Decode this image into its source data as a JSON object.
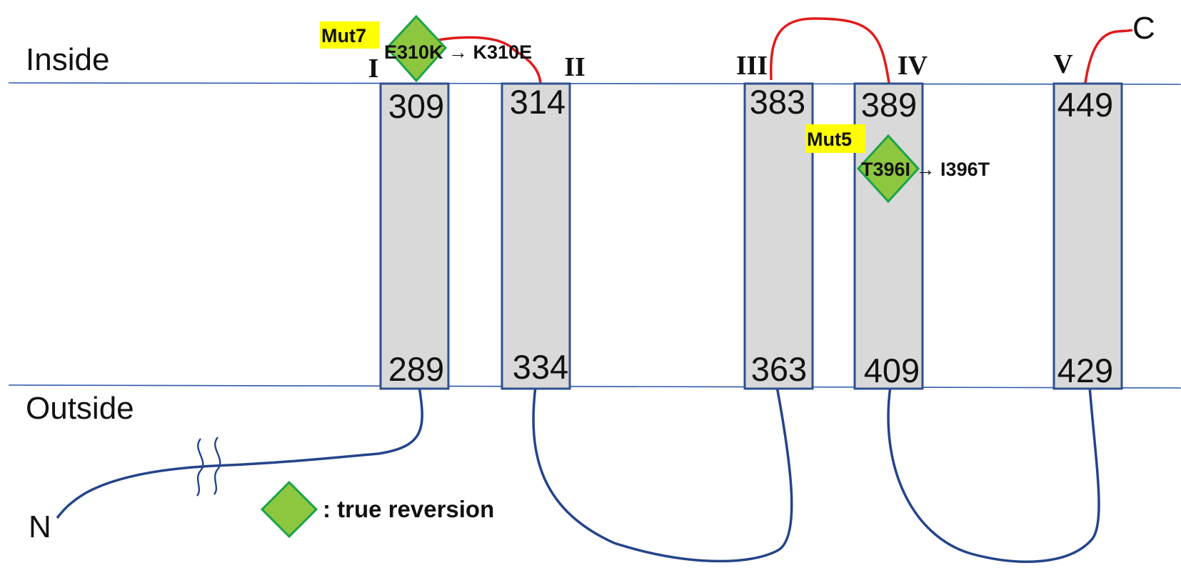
{
  "membrane": {
    "inside_label": "Inside",
    "outside_label": "Outside"
  },
  "termini": {
    "n_label": "N",
    "c_label": "C"
  },
  "helices": [
    {
      "roman": "I",
      "top": "309",
      "bottom": "289"
    },
    {
      "roman": "II",
      "top": "314",
      "bottom": "334"
    },
    {
      "roman": "III",
      "top": "383",
      "bottom": "363"
    },
    {
      "roman": "IV",
      "top": "389",
      "bottom": "409"
    },
    {
      "roman": "V",
      "top": "449",
      "bottom": "429"
    }
  ],
  "mutations": [
    {
      "tag": "Mut7",
      "change": "E310K → K310E"
    },
    {
      "tag": "Mut5",
      "change": "T396I → I396T"
    }
  ],
  "legend": {
    "label": ": true reversion"
  },
  "colors": {
    "membrane_line": "#2e5aa8",
    "helix_fill": "#d9d9d9",
    "helix_border": "#2f4f8f",
    "inside_loop": "#e01b1b",
    "outside_loop": "#24448a",
    "marker_fill": "#8dc63f",
    "marker_border": "#1aa34a",
    "tag_highlight": "#ffff00"
  }
}
